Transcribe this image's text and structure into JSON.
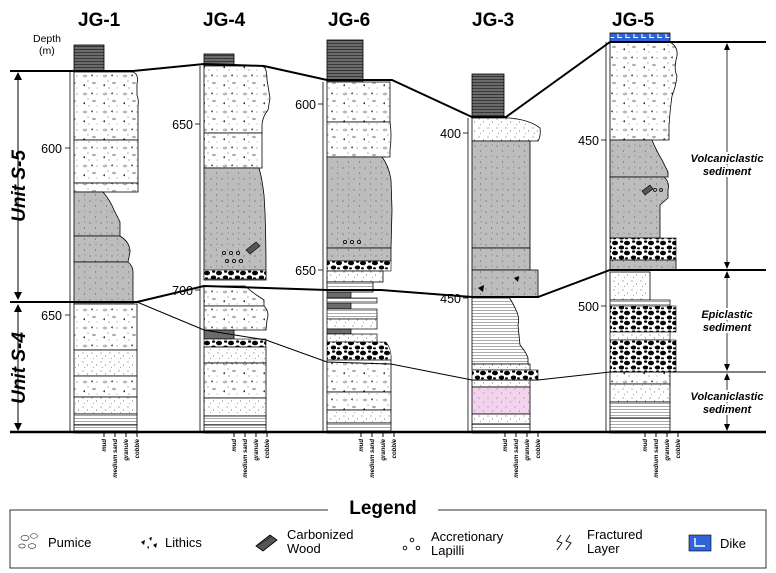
{
  "depth_label": {
    "line1": "Depth",
    "line2": "(m)"
  },
  "columns": [
    {
      "id": "JG-1",
      "ticks": [
        "600",
        "650"
      ]
    },
    {
      "id": "JG-4",
      "ticks": [
        "650",
        "700"
      ]
    },
    {
      "id": "JG-6",
      "ticks": [
        "600",
        "650"
      ]
    },
    {
      "id": "JG-3",
      "ticks": [
        "400",
        "450"
      ]
    },
    {
      "id": "JG-5",
      "ticks": [
        "450",
        "500"
      ]
    }
  ],
  "grain_sizes": [
    "mud",
    "medium sand",
    "granule",
    "cobble"
  ],
  "units": {
    "upper": "Unit S-5",
    "lower": "Unit S-4"
  },
  "sediment_labels": {
    "upper": [
      "Volcaniclastic",
      "sediment"
    ],
    "middle": [
      "Epiclastic",
      "sediment"
    ],
    "lower": [
      "Volcaniclastic",
      "sediment"
    ]
  },
  "legend": {
    "title": "Legend",
    "items": [
      {
        "icon": "pumice-icon",
        "label": "Pumice"
      },
      {
        "icon": "lithics-icon",
        "label": "Lithics"
      },
      {
        "icon": "carbonized-wood-icon",
        "label": [
          "Carbonized",
          "Wood"
        ]
      },
      {
        "icon": "accretionary-lapilli-icon",
        "label": [
          "Accretionary",
          "Lapilli"
        ]
      },
      {
        "icon": "fractured-layer-icon",
        "label": [
          "Fractured",
          "Layer"
        ]
      },
      {
        "icon": "dike-icon",
        "label": "Dike"
      }
    ]
  },
  "colors": {
    "ink": "#000000",
    "gray_fill": "#bdbdbd",
    "dark_gray": "#6b6b6b",
    "dike_blue": "#2f64d8",
    "pink": "#f1d3ee"
  }
}
